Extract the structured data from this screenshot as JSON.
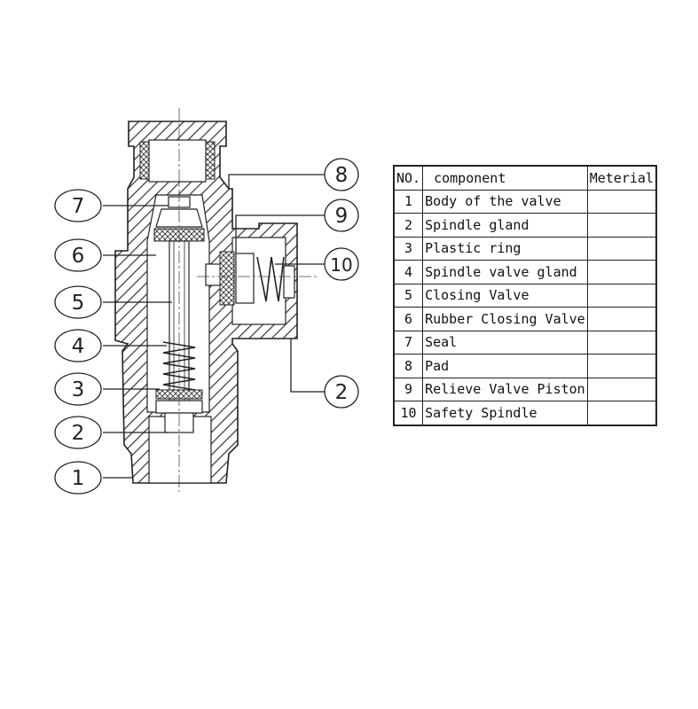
{
  "diagram": {
    "callouts": [
      "7",
      "6",
      "5",
      "4",
      "3",
      "2",
      "1",
      "8",
      "9",
      "10",
      "2"
    ]
  },
  "table": {
    "headers": {
      "no": "NO.",
      "component": "component",
      "material": "Meterial"
    },
    "rows": [
      {
        "no": "1",
        "component": "Body of the valve",
        "material": ""
      },
      {
        "no": "2",
        "component": "Spindle gland",
        "material": ""
      },
      {
        "no": "3",
        "component": "Plastic ring",
        "material": ""
      },
      {
        "no": "4",
        "component": "Spindle valve gland",
        "material": ""
      },
      {
        "no": "5",
        "component": "Closing Valve",
        "material": ""
      },
      {
        "no": "6",
        "component": "Rubber Closing Valve",
        "material": ""
      },
      {
        "no": "7",
        "component": "Seal",
        "material": ""
      },
      {
        "no": "8",
        "component": "Pad",
        "material": ""
      },
      {
        "no": "9",
        "component": "Relieve Valve Piston",
        "material": ""
      },
      {
        "no": "10",
        "component": "Safety Spindle",
        "material": ""
      }
    ]
  }
}
